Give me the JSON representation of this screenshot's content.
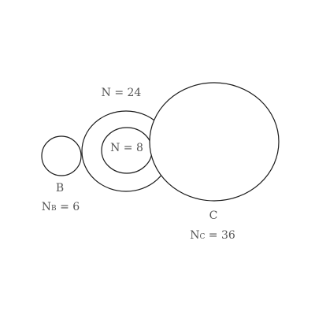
{
  "diagram": {
    "middle_outer": {
      "label": "N = 24"
    },
    "middle_inner": {
      "label": "N = 8"
    },
    "left": {
      "name": "B",
      "count_main": "N",
      "count_sub": "B",
      "count_tail": " = 6"
    },
    "right": {
      "name": "C",
      "count_main": "N",
      "count_sub": "C",
      "count_tail": " = 36"
    }
  }
}
